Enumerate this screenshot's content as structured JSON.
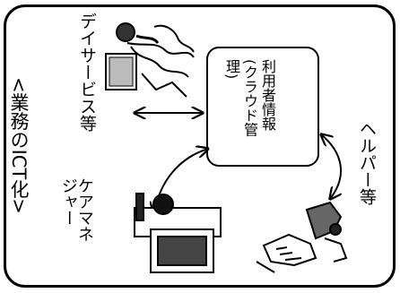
{
  "diagram": {
    "title": "<業務のICT化>",
    "center": {
      "line1": "利用者情報",
      "line2": "(クラウド管",
      "line3": "理)"
    },
    "nodes": {
      "daycare": "デイサービス等",
      "care_manager_line1": "ケアマネ",
      "care_manager_line2": "ジャー",
      "helper": "ヘルパー等"
    }
  }
}
